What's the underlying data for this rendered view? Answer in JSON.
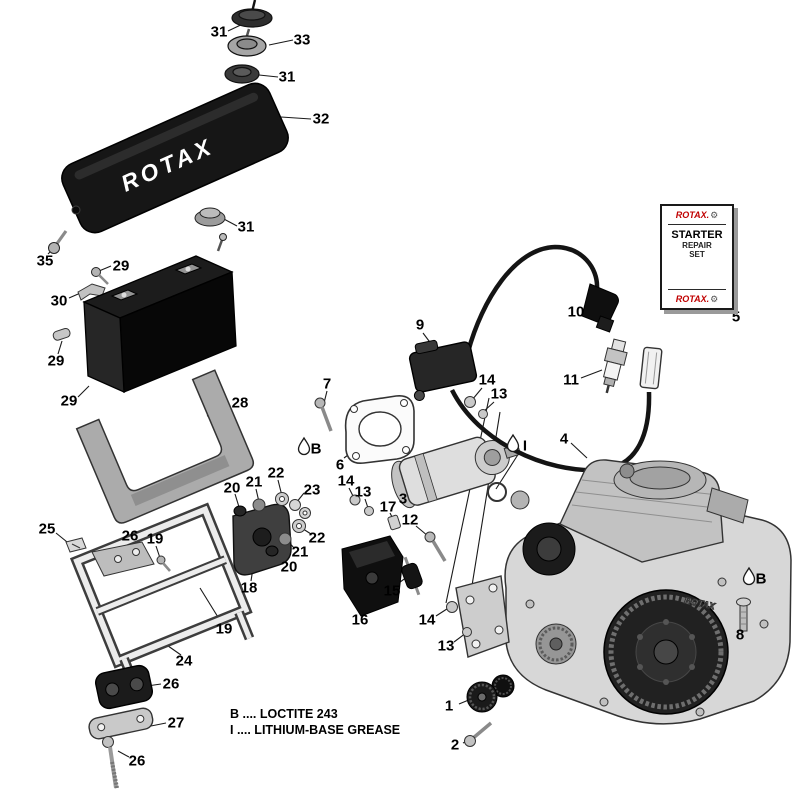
{
  "diagram": {
    "cover_text": "ROTAX",
    "engine_text": "ROTAX"
  },
  "legend": {
    "line1": "B .... LOCTITE 243",
    "line2": "I .... LITHIUM-BASE GREASE"
  },
  "repair_card": {
    "brand_top": "ROTAX.",
    "title": "STARTER",
    "line2": "REPAIR",
    "line3": "SET",
    "brand_bottom": "ROTAX."
  },
  "icons": {
    "rotax_gear": "⚙"
  },
  "callouts": [
    {
      "label": "31"
    },
    {
      "label": "33"
    },
    {
      "label": "31"
    },
    {
      "label": "32"
    },
    {
      "label": "31"
    },
    {
      "label": "35"
    },
    {
      "label": "29"
    },
    {
      "label": "30"
    },
    {
      "label": "29"
    },
    {
      "label": "29"
    },
    {
      "label": "28"
    },
    {
      "label": "25"
    },
    {
      "label": "26"
    },
    {
      "label": "19"
    },
    {
      "label": "20"
    },
    {
      "label": "21"
    },
    {
      "label": "22"
    },
    {
      "label": "23"
    },
    {
      "label": "22"
    },
    {
      "label": "21"
    },
    {
      "label": "20"
    },
    {
      "label": "18"
    },
    {
      "label": "19"
    },
    {
      "label": "24"
    },
    {
      "label": "26"
    },
    {
      "label": "27"
    },
    {
      "label": "26"
    },
    {
      "label": "7"
    },
    {
      "label": "B"
    },
    {
      "label": "6"
    },
    {
      "label": "3"
    },
    {
      "label": "14"
    },
    {
      "label": "13"
    },
    {
      "label": "14"
    },
    {
      "label": "13"
    },
    {
      "label": "17"
    },
    {
      "label": "12"
    },
    {
      "label": "15"
    },
    {
      "label": "16"
    },
    {
      "label": "14"
    },
    {
      "label": "13"
    },
    {
      "label": "9"
    },
    {
      "label": "10"
    },
    {
      "label": "11"
    },
    {
      "label": "4"
    },
    {
      "label": "I"
    },
    {
      "label": "5"
    },
    {
      "label": "8"
    },
    {
      "label": "B"
    },
    {
      "label": "1"
    },
    {
      "label": "2"
    }
  ]
}
